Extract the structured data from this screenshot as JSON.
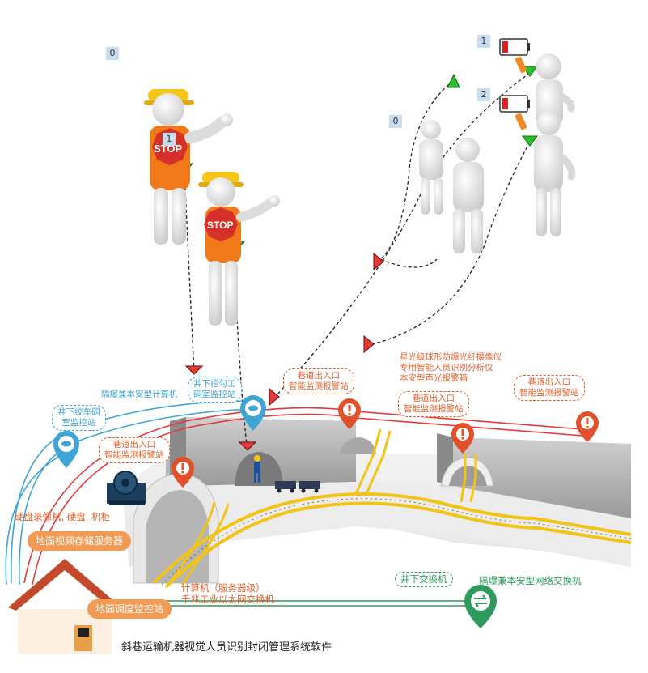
{
  "counters": {
    "top_left": "0",
    "stop_sign": "1",
    "top_right_1": "1",
    "top_right_2": "2",
    "middle_right": "0"
  },
  "labels": {
    "camera_spec": "星光级球形防爆光纤摄像仪\n专用智能人员识别分析仪\n本安型声光报警箱",
    "computer_intrinsic": "隔爆兼本安型计算机",
    "winch_room": "井下绞车硐\n室监控站",
    "hook_station": "井下挖勾工\n硐室监控站",
    "alarm_1": "巷道出入口\n智能监测报警站",
    "alarm_2": "巷道出入口\n智能监测报警站",
    "alarm_3": "巷道出入口\n智能监测报警站",
    "alarm_4": "巷道出入口\n智能监测报警站",
    "nvr": "硬盘录像机, 硬盘, 机柜",
    "storage_server": "地面视频存储服务器",
    "dispatch_station": "地面调度监控站",
    "server_computer": "计算机（服务器级）",
    "ethernet_switch": "千兆工业以太网交换机",
    "underground_switch": "井下交换机",
    "network_switch": "隔爆兼本安型网络交换机",
    "system_title": "斜巷运输机器视觉人员识别封闭管理系统软件",
    "stop_text": "STOP"
  },
  "colors": {
    "orange": "#e0602a",
    "blue": "#3fa5d6",
    "green": "#2e9a5c",
    "red": "#e23b3b",
    "track_yellow": "#f2c417",
    "hat_yellow": "#f5c518",
    "vest_orange": "#f07a1a",
    "pill_orange": "#f39a55",
    "roof_red": "#c4492a"
  },
  "icons": [
    "eye-camera-icon",
    "alarm-marker-icon",
    "switch-marker-icon",
    "battery-icon",
    "flag-icon",
    "stop-sign-icon",
    "house-icon"
  ]
}
